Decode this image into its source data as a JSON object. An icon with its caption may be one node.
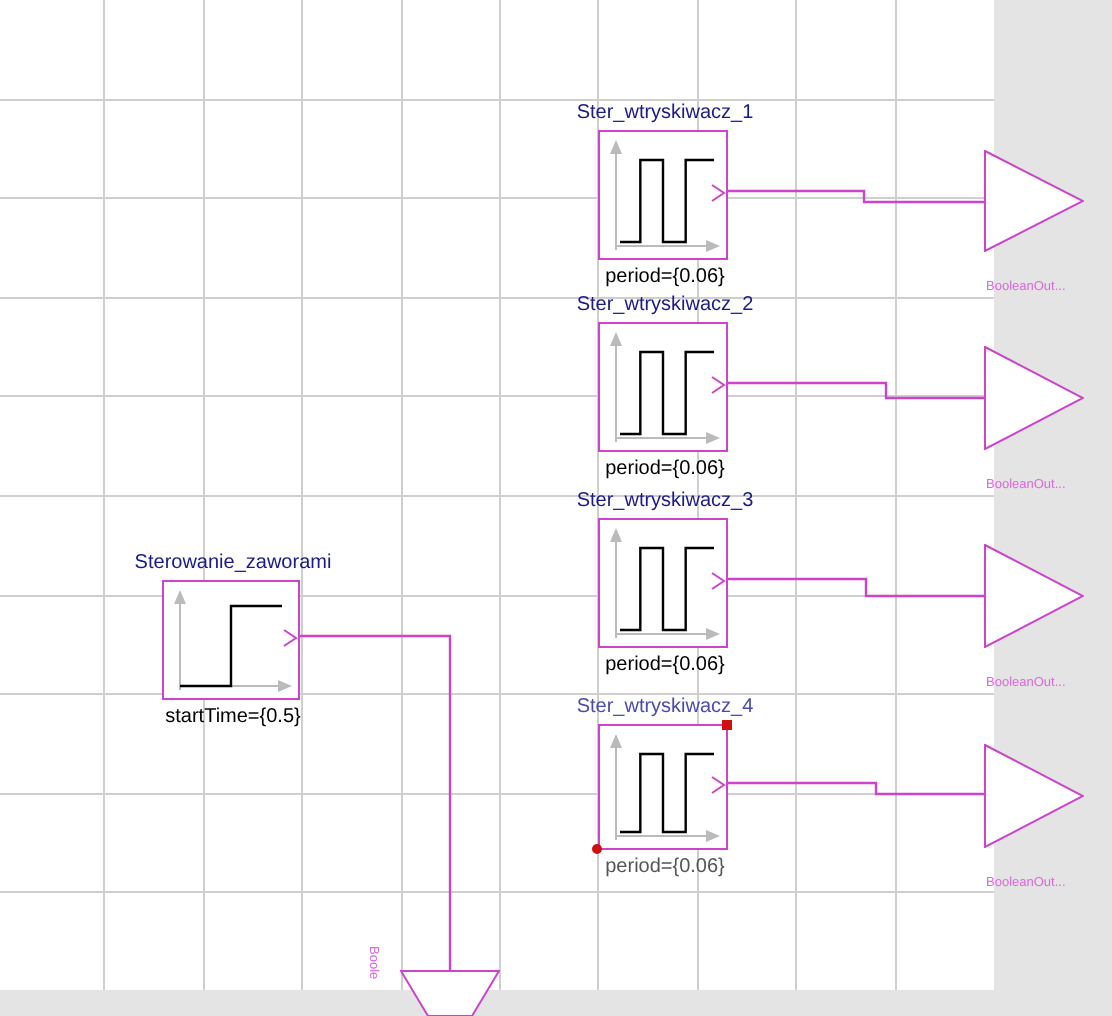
{
  "diagram": {
    "nodes": [
      {
        "text": [
          "Sterowanie_zaworami",
          "startTime={0.5}"
        ]
      },
      {
        "text": [
          "Ster_wtryskiwacz_1",
          "period={0.06}"
        ]
      },
      {
        "text": [
          "Ster_wtryskiwacz_2",
          "period={0.06}"
        ]
      },
      {
        "text": [
          "Ster_wtryskiwacz_3",
          "period={0.06}"
        ]
      },
      {
        "text": [
          "Ster_wtryskiwacz_4",
          "period={0.06}"
        ]
      },
      {
        "text": [],
        "shape": "triangle",
        "beside": [
          "BooleanOut..."
        ]
      },
      {
        "text": [],
        "shape": "triangle",
        "beside": [
          "BooleanOut..."
        ]
      },
      {
        "text": [],
        "shape": "triangle",
        "beside": [
          "BooleanOut..."
        ]
      },
      {
        "text": [],
        "shape": "triangle",
        "beside": [
          "BooleanOut..."
        ]
      },
      {
        "text": [],
        "shape": "triangle",
        "beside": [
          "Boole"
        ]
      }
    ],
    "edges": [
      {
        "from": 1,
        "to": 5,
        "arrow": "none"
      },
      {
        "from": 2,
        "to": 6,
        "arrow": "none"
      },
      {
        "from": 3,
        "to": 7,
        "arrow": "none"
      },
      {
        "from": 4,
        "to": 8,
        "arrow": "none"
      },
      {
        "from": 0,
        "to": 9,
        "arrow": "none"
      }
    ]
  }
}
